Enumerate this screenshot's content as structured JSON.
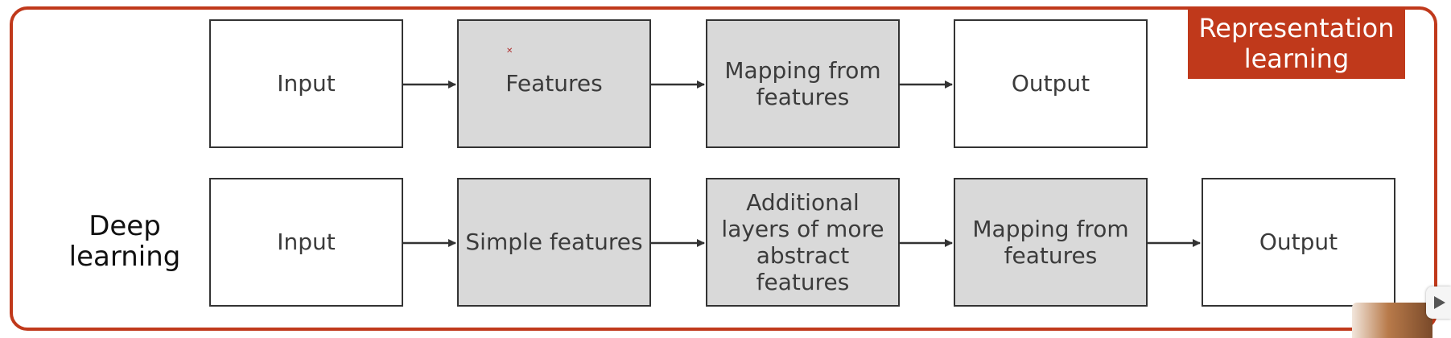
{
  "tag": {
    "text": "Representation learning"
  },
  "row_label": {
    "text": "Deep learning"
  },
  "row1": {
    "input": "Input",
    "features": "Features",
    "mapping": "Mapping from features",
    "output": "Output"
  },
  "row2": {
    "input": "Input",
    "simple": "Simple features",
    "additional": "Additional layers of more abstract features",
    "mapping": "Mapping from features",
    "output": "Output"
  },
  "colors": {
    "accent": "#c0391b",
    "box_grey": "#d9d9d9",
    "box_white": "#ffffff",
    "arrow": "#333333"
  }
}
